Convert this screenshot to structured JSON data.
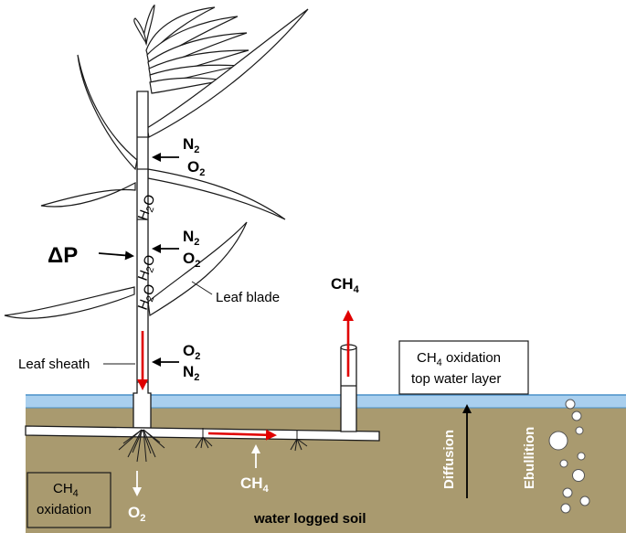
{
  "labels": {
    "leaf_blade": "Leaf blade",
    "leaf_sheath": "Leaf sheath",
    "delta_p": "ΔP",
    "n2": "N",
    "o2": "O",
    "sub_2": "2",
    "ch4_main": "CH",
    "sub_4": "4",
    "h2o_h": "H",
    "h2o_o": "O",
    "ch4_oxidation_top_line1_prefix": "CH",
    "ch4_oxidation_top_line1_suffix": " oxidation",
    "ch4_oxidation_top_line2": "top water layer",
    "ch4_oxidation_soil_line1": "CH",
    "ch4_oxidation_soil_line2": "oxidation",
    "diffusion": "Diffusion",
    "ebullition": "Ebullition",
    "soil": "water logged soil"
  },
  "colors": {
    "water": "#a9cfee",
    "water_line": "#4a90c8",
    "soil": "#a99a6f",
    "flux_arrow": "#e00000",
    "stroke": "#1a1a1a"
  }
}
